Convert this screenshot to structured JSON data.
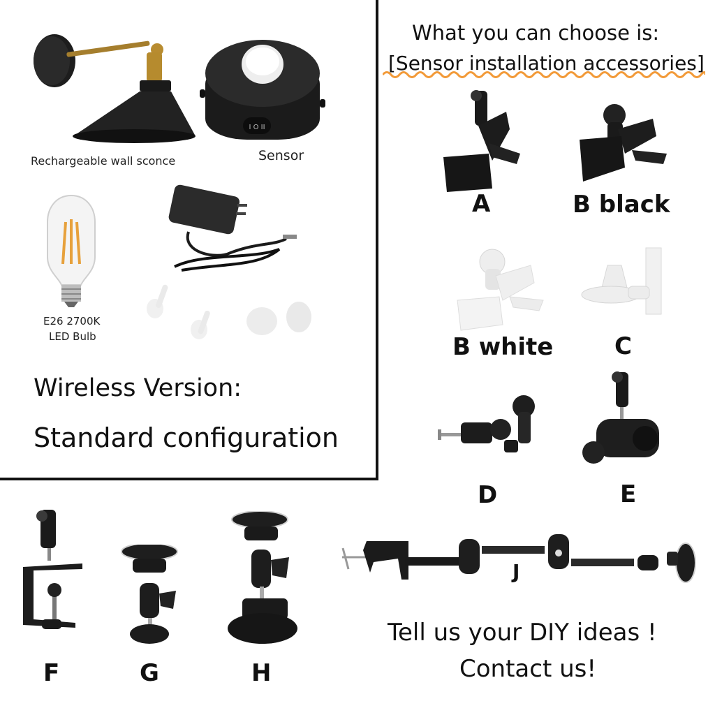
{
  "standard_panel": {
    "items": [
      {
        "label": "Rechargeable wall sconce",
        "icon": "wall-sconce"
      },
      {
        "label": "Sensor",
        "icon": "motion-sensor"
      },
      {
        "label_line1": "E26 2700K",
        "label_line2": "LED Bulb",
        "icon": "led-bulb"
      },
      {
        "label": "",
        "icon": "power-adapter-and-hooks"
      }
    ],
    "heading_line1": "Wireless Version:",
    "heading_line2": "Standard configuration"
  },
  "options_panel": {
    "title_line1": "What you can choose is:",
    "title_line2": "[Sensor installation accessories]",
    "accent_color": "#f29a38",
    "accessories": [
      {
        "code": "A",
        "icon": "spring-clamp-black"
      },
      {
        "code": "B black",
        "icon": "ball-head-clamp-black"
      },
      {
        "code": "B  white",
        "icon": "ball-head-clamp-white"
      },
      {
        "code": "C",
        "icon": "wall-bracket-white"
      },
      {
        "code": "D",
        "icon": "rod-clamp-ball-head"
      },
      {
        "code": "E",
        "icon": "super-clamp"
      },
      {
        "code": "F",
        "icon": "desk-c-clamp"
      },
      {
        "code": "G",
        "icon": "magnetic-base-mount"
      },
      {
        "code": "H",
        "icon": "suction-cup-mount"
      },
      {
        "code": "J",
        "icon": "articulated-arm-clamp"
      }
    ]
  },
  "footer": {
    "line1": "Tell us your DIY ideas !",
    "line2": "Contact us!"
  }
}
